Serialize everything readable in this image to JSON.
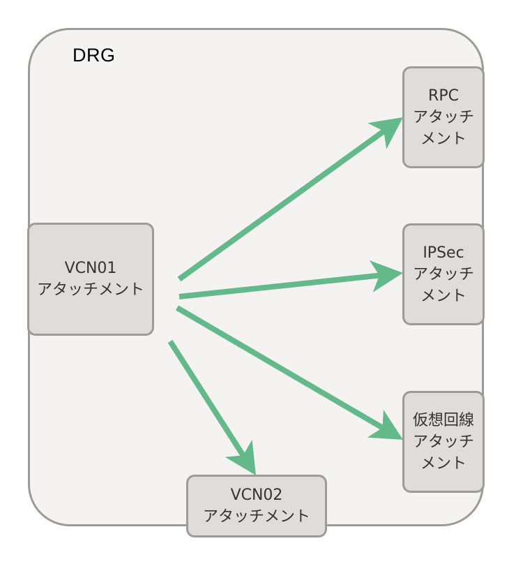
{
  "diagram": {
    "container": {
      "label": "DRG"
    },
    "nodes": {
      "vcn01": {
        "lines": [
          "VCN01",
          "アタッチメント"
        ]
      },
      "rpc": {
        "lines": [
          "RPC",
          "アタッチ",
          "メント"
        ]
      },
      "ipsec": {
        "lines": [
          "IPSec",
          "アタッチ",
          "メント"
        ]
      },
      "virtual_circuit": {
        "lines": [
          "仮想回線",
          "アタッチ",
          "メント"
        ]
      },
      "vcn02": {
        "lines": [
          "VCN02",
          "アタッチメント"
        ]
      }
    },
    "edges": [
      {
        "from": "vcn01",
        "to": "rpc"
      },
      {
        "from": "vcn01",
        "to": "ipsec"
      },
      {
        "from": "vcn01",
        "to": "virtual_circuit"
      },
      {
        "from": "vcn01",
        "to": "vcn02"
      }
    ],
    "colors": {
      "arrow": "#64b98a",
      "container_fill": "#f4f3f2",
      "border": "#9e9a95",
      "node_fill": "#dfdcd9",
      "node_text": "#333333"
    }
  }
}
